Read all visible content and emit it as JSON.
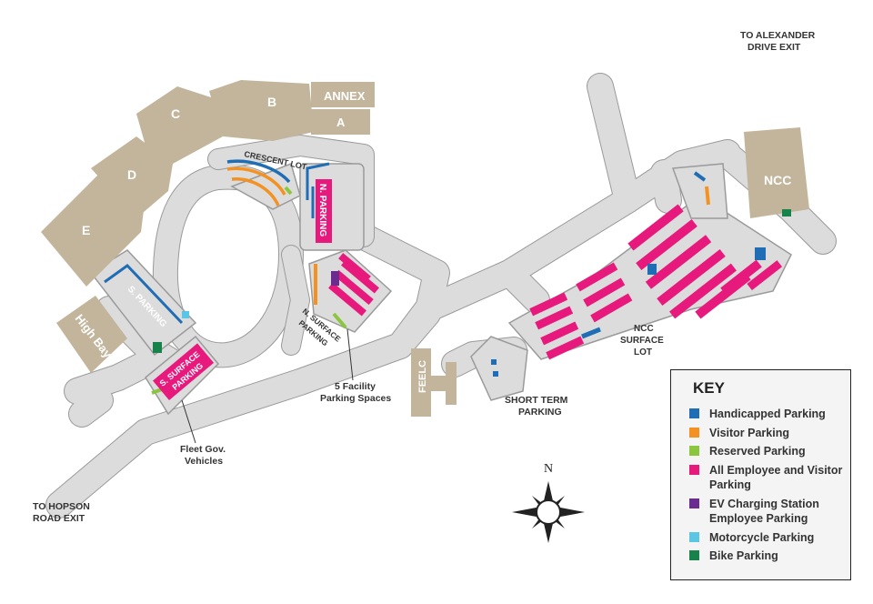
{
  "buildings": {
    "annex": "ANNEX",
    "a": "A",
    "b": "B",
    "c": "C",
    "d": "D",
    "e": "E",
    "high_bay": "High Bay",
    "ncc": "NCC",
    "feelc": "FEELC"
  },
  "lots": {
    "crescent": "CRESCENT LOT",
    "n_parking": "N. PARKING",
    "s_parking": "S. PARKING",
    "s_surface_1": "S. SURFACE",
    "s_surface_2": "PARKING",
    "n_surface_1": "N. SURFACE",
    "n_surface_2": "PARKING",
    "ncc_surface_1": "NCC",
    "ncc_surface_2": "SURFACE",
    "ncc_surface_3": "LOT",
    "short_term_1": "SHORT TERM",
    "short_term_2": "PARKING"
  },
  "annotations": {
    "facility_1": "5 Facility",
    "facility_2": "Parking Spaces",
    "fleet_1": "Fleet Gov.",
    "fleet_2": "Vehicles"
  },
  "exits": {
    "alexander_1": "TO ALEXANDER",
    "alexander_2": "DRIVE EXIT",
    "hopson_1": "TO HOPSON",
    "hopson_2": "ROAD EXIT"
  },
  "compass": {
    "north": "N"
  },
  "key": {
    "title": "KEY",
    "items": [
      {
        "label": "Handicapped Parking",
        "color": "#1f6db5"
      },
      {
        "label": "Visitor Parking",
        "color": "#f39223"
      },
      {
        "label": "Reserved Parking",
        "color": "#8cc63e"
      },
      {
        "label": "All Employee and Visitor Parking",
        "color": "#e8197d"
      },
      {
        "label": "EV Charging Station Employee Parking",
        "color": "#6a2c8e"
      },
      {
        "label": "Motorcycle Parking",
        "color": "#5bc6e3"
      },
      {
        "label": "Bike Parking",
        "color": "#17824a"
      }
    ]
  },
  "colors": {
    "road": "#dcdcdc",
    "road_edge": "#9a9a9a",
    "building": "#c2b59b",
    "employee": "#e8197d",
    "handicapped": "#1f6db5",
    "visitor": "#f39223",
    "reserved": "#8cc63e",
    "ev": "#6a2c8e",
    "motorcycle": "#5bc6e3",
    "bike": "#17824a"
  }
}
